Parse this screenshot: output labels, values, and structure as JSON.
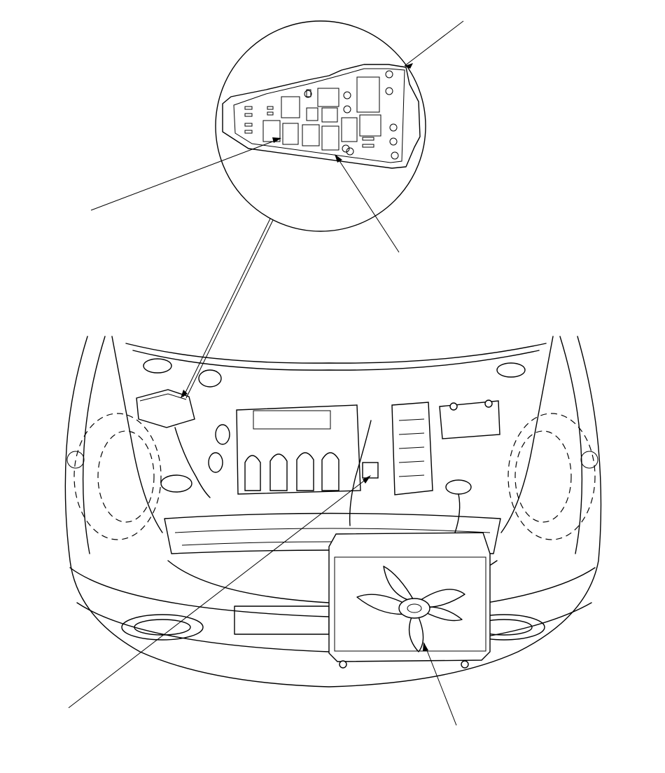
{
  "figure": {
    "type": "engine-compartment-component-locator",
    "labels_printed": false,
    "callouts": [
      {
        "id": "fuse-box-cover"
      },
      {
        "id": "relay-a"
      },
      {
        "id": "relay-b"
      },
      {
        "id": "fuse-box-location"
      },
      {
        "id": "engine-sensor"
      },
      {
        "id": "radiator-fan"
      }
    ],
    "colors": {
      "line": "#000000",
      "background": "#ffffff"
    }
  }
}
